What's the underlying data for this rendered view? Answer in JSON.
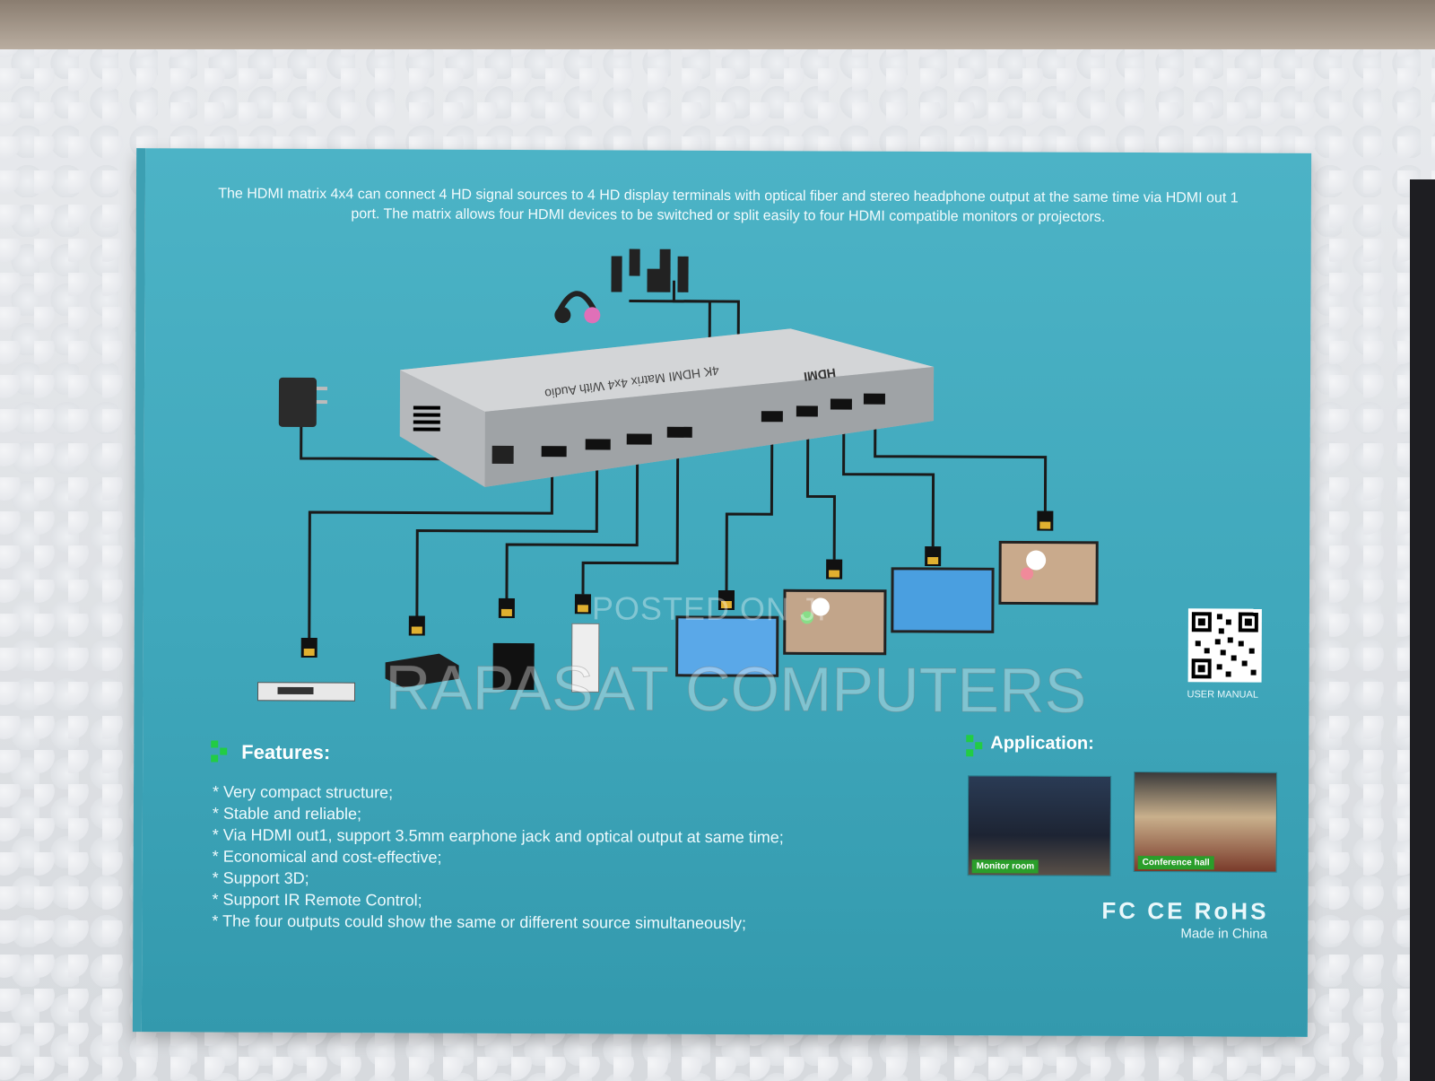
{
  "intro_text": "The HDMI matrix 4x4 can connect 4 HD signal sources to 4 HD display terminals with optical fiber and stereo headphone output at the same time via HDMI out 1 port. The matrix allows four HDMI devices to be switched or split easily to four HDMI compatible monitors or projectors.",
  "device": {
    "brand_logo": "HDMI",
    "model_label": "4K HDMI Matrix 4x4 With Audio"
  },
  "watermarks": {
    "posted": "POSTED ON JI",
    "seller": "RAPASAT COMPUTERS"
  },
  "features": {
    "title": "Features:",
    "items": [
      "* Very compact structure;",
      "* Stable and reliable;",
      "* Via HDMI out1, support 3.5mm earphone jack and optical output at same time;",
      "* Economical and cost-effective;",
      "* Support 3D;",
      "* Support IR Remote Control;",
      "* The four outputs could show the same or different source simultaneously;"
    ]
  },
  "application": {
    "title": "Application:",
    "photos": [
      {
        "label": "Monitor room"
      },
      {
        "label": "Conference hall"
      }
    ]
  },
  "qr_caption": "USER MANUAL",
  "certifications": "FC CE RoHS",
  "made_in": "Made in China",
  "colors": {
    "box_teal": "#45acc0",
    "text_white": "#f2fbfd",
    "accent_green": "#22cc44"
  }
}
